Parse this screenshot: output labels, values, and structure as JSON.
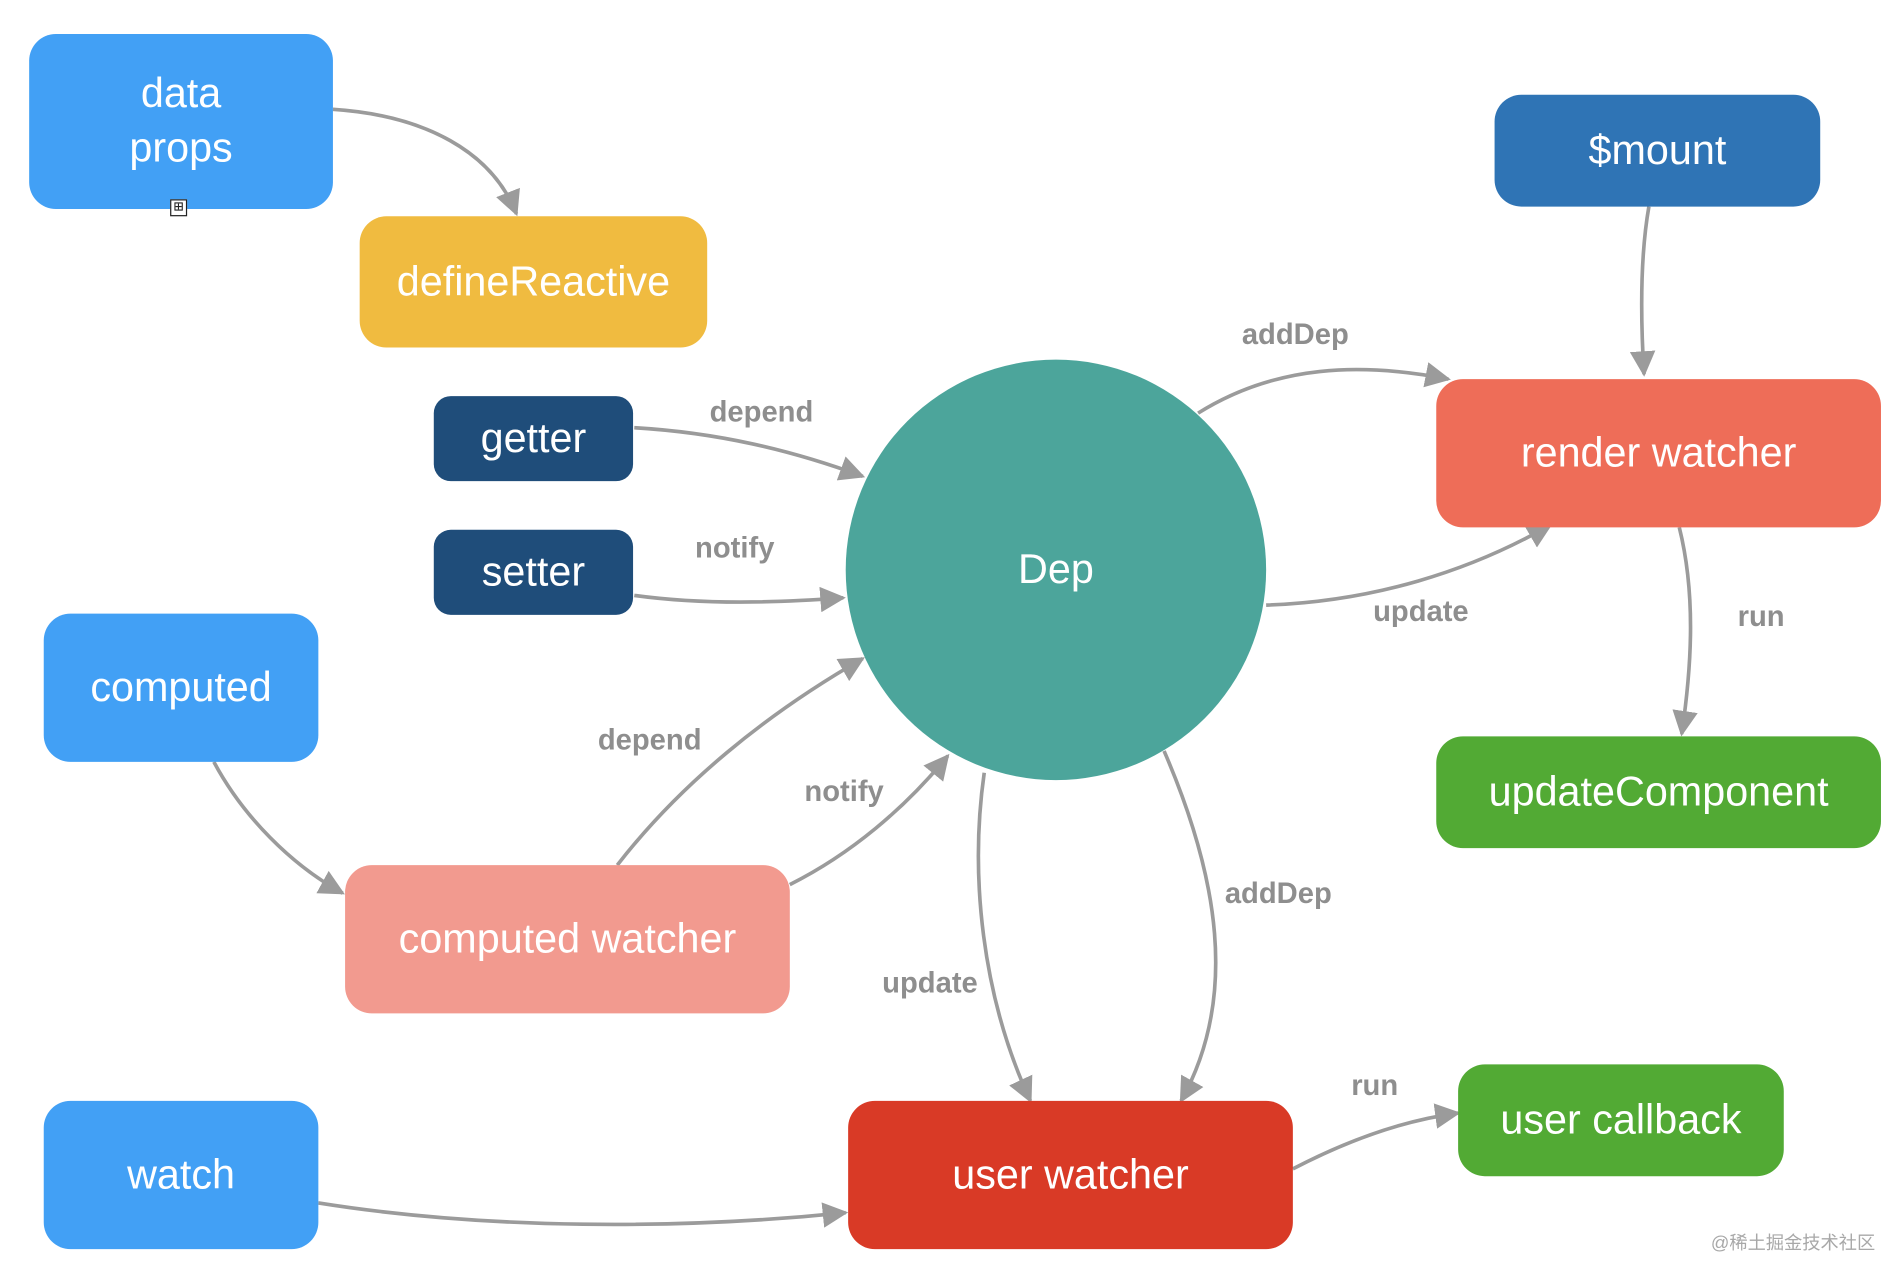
{
  "colors": {
    "blue": "#42a0f5",
    "dark_blue": "#1f4d7a",
    "mount_blue": "#2f74b5",
    "yellow": "#f0bb40",
    "teal": "#4ca59b",
    "coral": "#ee6d58",
    "pink": "#f29a8f",
    "red": "#d93a26",
    "green": "#52aa34",
    "edge": "#9b9b9b",
    "label": "#8e8e8e"
  },
  "nodes": {
    "data_props": "data\nprops",
    "define_reactive": "defineReactive",
    "getter": "getter",
    "setter": "setter",
    "dep": "Dep",
    "mount": "$mount",
    "render_watcher": "render watcher",
    "update_component": "updateComponent",
    "computed": "computed",
    "computed_watcher": "computed watcher",
    "watch": "watch",
    "user_watcher": "user watcher",
    "user_callback": "user callback"
  },
  "edge_labels": {
    "getter_depend": "depend",
    "setter_notify": "notify",
    "adddep_render": "addDep",
    "update_render": "update",
    "run_render": "run",
    "computed_depend": "depend",
    "computed_notify": "notify",
    "user_update": "update",
    "user_adddep": "addDep",
    "user_run": "run"
  },
  "icons": {
    "expand": "⊞"
  },
  "watermark": "@稀土掘金技术社区"
}
